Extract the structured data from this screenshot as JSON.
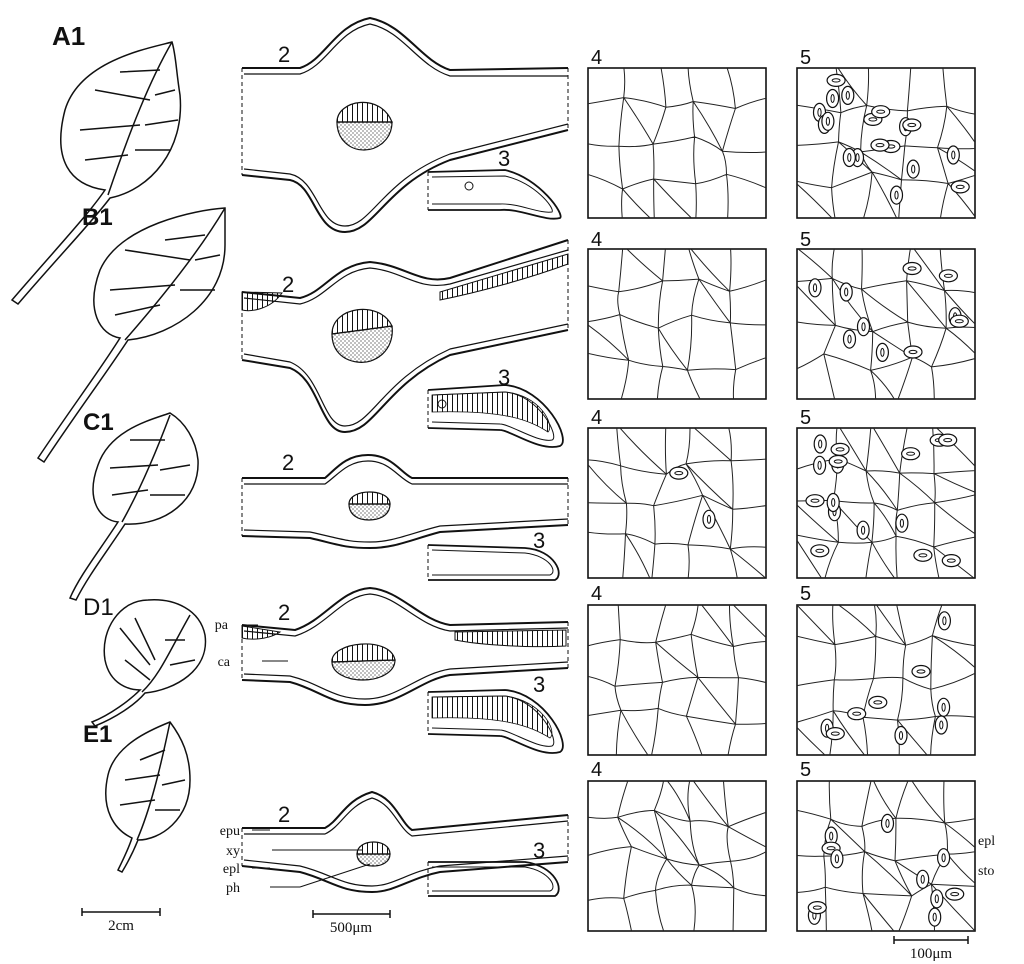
{
  "panels": {
    "row_a": {
      "leaf": "A1",
      "cross": "2",
      "margin": "3",
      "adaxial": "4",
      "abaxial": "5"
    },
    "row_b": {
      "leaf": "B1",
      "cross": "2",
      "margin": "3",
      "adaxial": "4",
      "abaxial": "5"
    },
    "row_c": {
      "leaf": "C1",
      "cross": "2",
      "margin": "3",
      "adaxial": "4",
      "abaxial": "5"
    },
    "row_d": {
      "leaf": "D1",
      "cross": "2",
      "margin": "3",
      "adaxial": "4",
      "abaxial": "5"
    },
    "row_e": {
      "leaf": "E1",
      "cross": "2",
      "margin": "3",
      "adaxial": "4",
      "abaxial": "5"
    }
  },
  "labels": {
    "pa": "pa",
    "ca": "ca",
    "epu": "epu",
    "xy": "xy",
    "epl_cross": "epl",
    "ph": "ph",
    "epl_epidermis": "epl",
    "sto": "sto"
  },
  "scale_bars": {
    "leaf": "2cm",
    "section": "500μm",
    "epidermis": "100μm"
  }
}
